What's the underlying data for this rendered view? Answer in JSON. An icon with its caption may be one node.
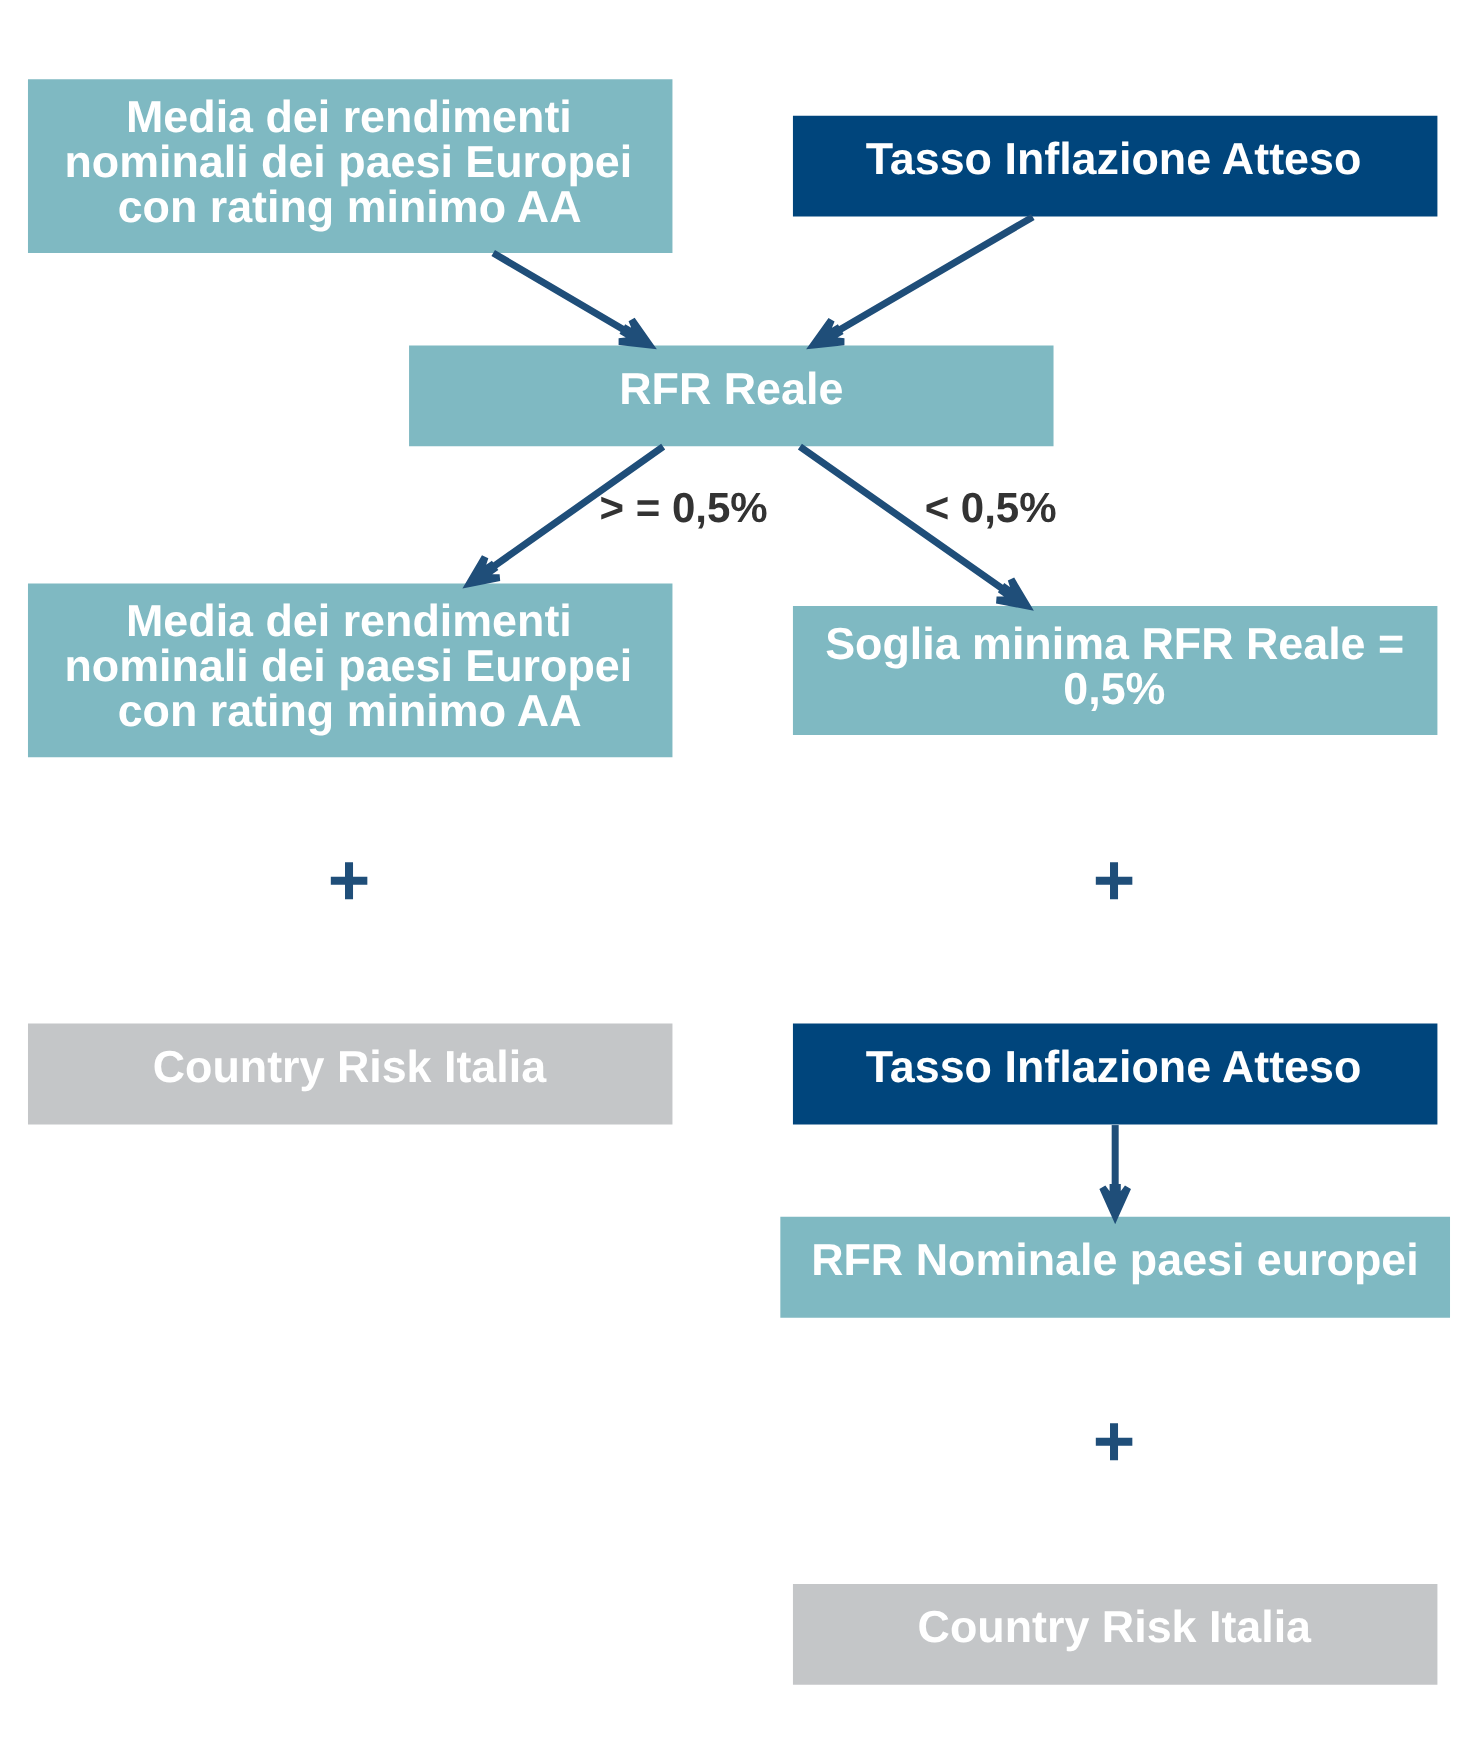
{
  "diagram": {
    "nodes": [
      {
        "text": [
          "Media dei rendimenti nominali dei paesi Europei con rating minimo AA"
        ]
      },
      {
        "text": [
          "Tasso Inflazione Atteso"
        ]
      },
      {
        "text": [
          "RFR Reale"
        ]
      },
      {
        "text": [
          "Media dei rendimenti nominali dei paesi Europei con rating minimo AA"
        ]
      },
      {
        "text": [
          "Country Risk Italia"
        ]
      },
      {
        "text": [
          "Soglia minima RFR Reale = 0,5%"
        ]
      },
      {
        "text": [
          "Tasso Inflazione Atteso"
        ]
      },
      {
        "text": [
          "RFR Nominale paesi europei"
        ]
      },
      {
        "text": [
          "Country Risk Italia"
        ]
      }
    ],
    "edges": [
      {
        "from": 0,
        "to": 2,
        "arrow": "to"
      },
      {
        "from": 1,
        "to": 2,
        "arrow": "to"
      },
      {
        "from": 2,
        "to": 3,
        "arrow": "to",
        "label": "> = 0,5%"
      },
      {
        "from": 2,
        "to": 5,
        "arrow": "to",
        "label": "< 0,5%"
      },
      {
        "from": 6,
        "to": 7,
        "arrow": "to"
      }
    ],
    "labels": [
      "+",
      "+",
      "+"
    ]
  }
}
